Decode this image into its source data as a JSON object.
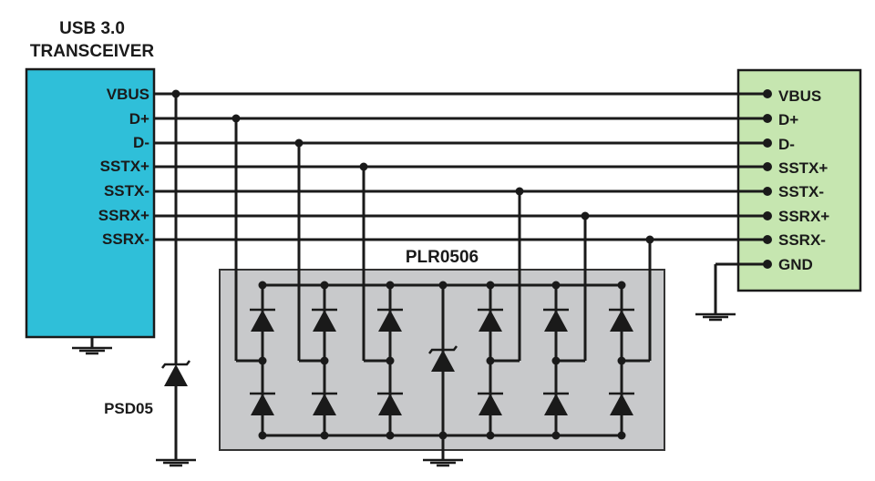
{
  "transceiver": {
    "title_line1": "USB 3.0",
    "title_line2": "TRANSCEIVER",
    "fill": "#2fbfd9",
    "pins": [
      "VBUS",
      "D+",
      "D-",
      "SSTX+",
      "SSTX-",
      "SSRX+",
      "SSRX-"
    ]
  },
  "connector": {
    "fill": "#c6e6b0",
    "pins": [
      "VBUS",
      "D+",
      "D-",
      "SSTX+",
      "SSTX-",
      "SSRX+",
      "SSRX-",
      "GND"
    ]
  },
  "protection_array": {
    "label": "PLR0506",
    "fill": "#c8c9cb"
  },
  "tvs_diode": {
    "label": "PSD05"
  },
  "colors": {
    "line": "#1a1a1a",
    "background": "#ffffff"
  }
}
